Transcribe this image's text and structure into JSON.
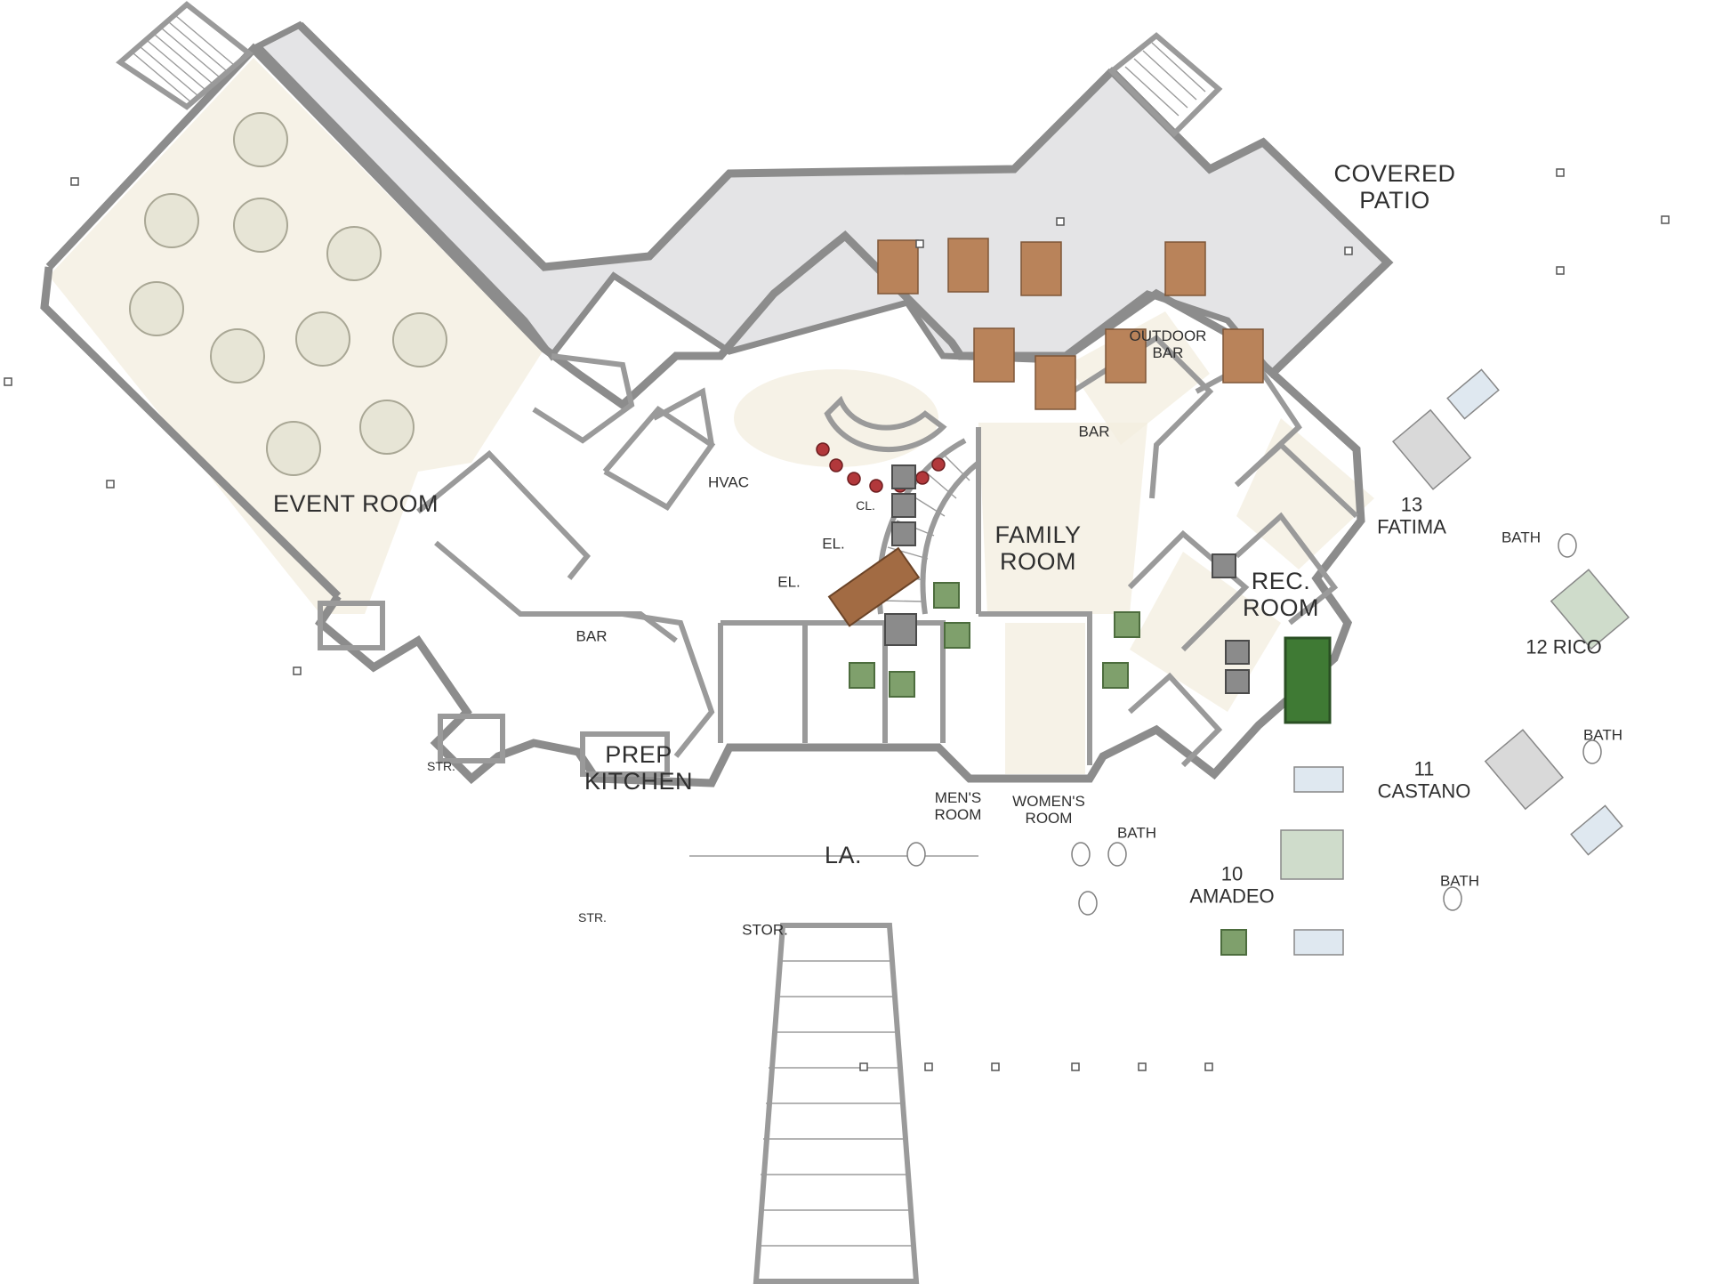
{
  "floor_plan": {
    "rooms": {
      "event_room": "EVENT ROOM",
      "covered_patio": "COVERED\nPATIO",
      "outdoor_bar": "OUTDOOR\nBAR",
      "bar_main": "BAR",
      "family_room": "FAMILY\nROOM",
      "rec_room": "REC.\nROOM",
      "prep_kitchen": "PREP\nKITCHEN",
      "hvac": "HVAC",
      "closet": "CL.",
      "elevator_1": "EL.",
      "elevator_2": "EL.",
      "event_bar": "BAR",
      "stair_1": "STR.",
      "stair_2": "STR.",
      "laundry": "LA.",
      "storage": "STOR.",
      "mens_room": "MEN'S\nROOM",
      "womens_room": "WOMEN'S\nROOM",
      "bath_center": "BATH",
      "room_13": "13\nFATIMA",
      "bath_13": "BATH",
      "room_12": "12 RICO",
      "bath_12": "BATH",
      "room_11": "11\nCASTANO",
      "bath_11": "BATH",
      "room_10": "10\nAMADEO"
    },
    "colors": {
      "wall": "#8c8c8c",
      "patio": "#e4e4e6",
      "wood": "#b9835a",
      "accent_green": "#7fa06c",
      "pool_table": "#3f7a34",
      "bar_stools": "#b2383b"
    },
    "icons": {
      "round_table": "round-table-icon",
      "picnic_table": "picnic-table-icon",
      "bed": "bed-icon",
      "lounge_chair": "lounge-chair-icon",
      "pool_table": "pool-table-icon",
      "staircase": "staircase-icon"
    }
  }
}
